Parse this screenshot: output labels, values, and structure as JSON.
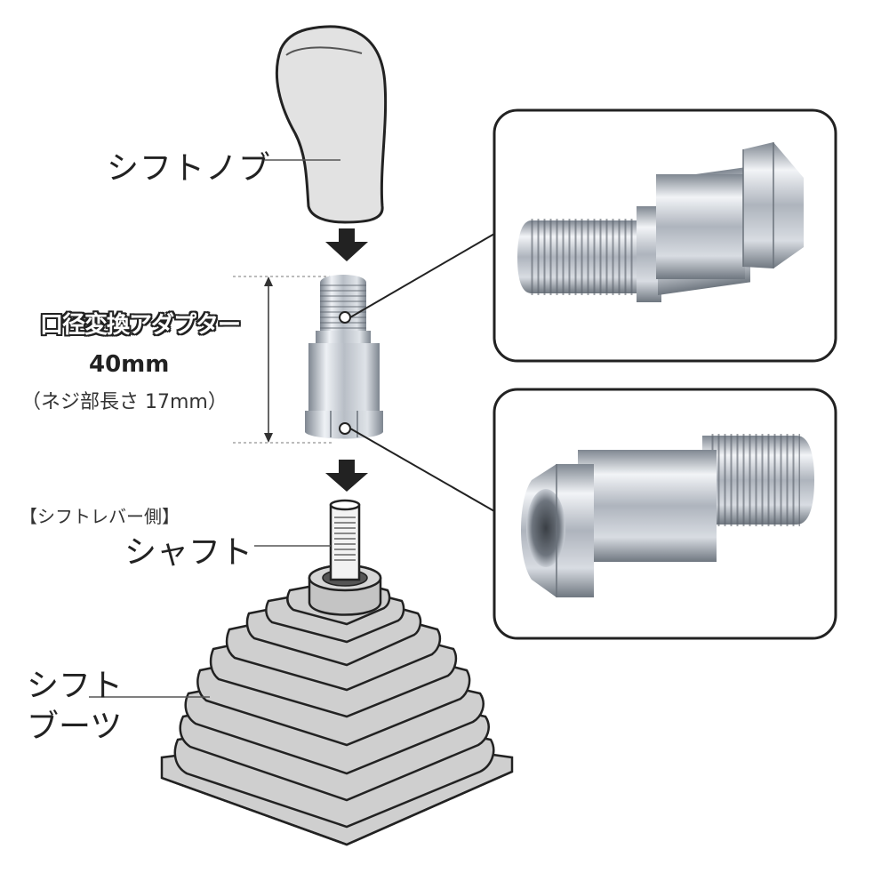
{
  "labels": {
    "shift_knob": "シフトノブ",
    "adapter": "口径変換アダプター",
    "length": "40mm",
    "thread_length": "（ネジ部長さ 17mm）",
    "lever_side": "【シフトレバー側】",
    "shaft": "シャフト",
    "boot_line1": "シフト",
    "boot_line2": "ブーツ"
  },
  "colors": {
    "knob_fill": "#e2e2e2",
    "boot_fill": "#cfcfcf",
    "outline": "#222222",
    "metal_light": "#eef1f5",
    "metal_dark": "#8a929c"
  }
}
